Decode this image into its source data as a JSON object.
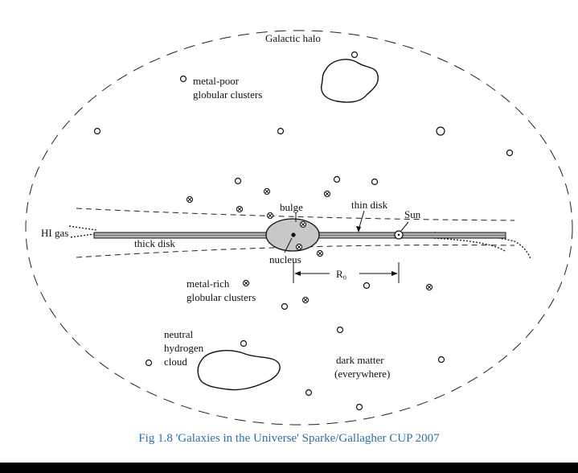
{
  "labels": {
    "galactic_halo": "Galactic halo",
    "metal_poor_1": "metal-poor",
    "metal_poor_2": "globular clusters",
    "hi_gas": "HI gas",
    "thick_disk": "thick disk",
    "bulge": "bulge",
    "nucleus": "nucleus",
    "thin_disk": "thin disk",
    "sun": "Sun",
    "r0": "R₀",
    "metal_rich_1": "metal-rich",
    "metal_rich_2": "globular clusters",
    "neutral_1": "neutral",
    "neutral_2": "hydrogen",
    "neutral_3": "cloud",
    "dark_matter_1": "dark matter",
    "dark_matter_2": "(everywhere)"
  },
  "caption": "Fig 1.8 'Galaxies in the Universe' Sparke/Gallagher CUP 2007",
  "colors": {
    "caption": "#2a6fb5",
    "ink": "#111111",
    "bulge_fill": "#c8c8c8",
    "disk_fill": "#b4b4b4"
  }
}
